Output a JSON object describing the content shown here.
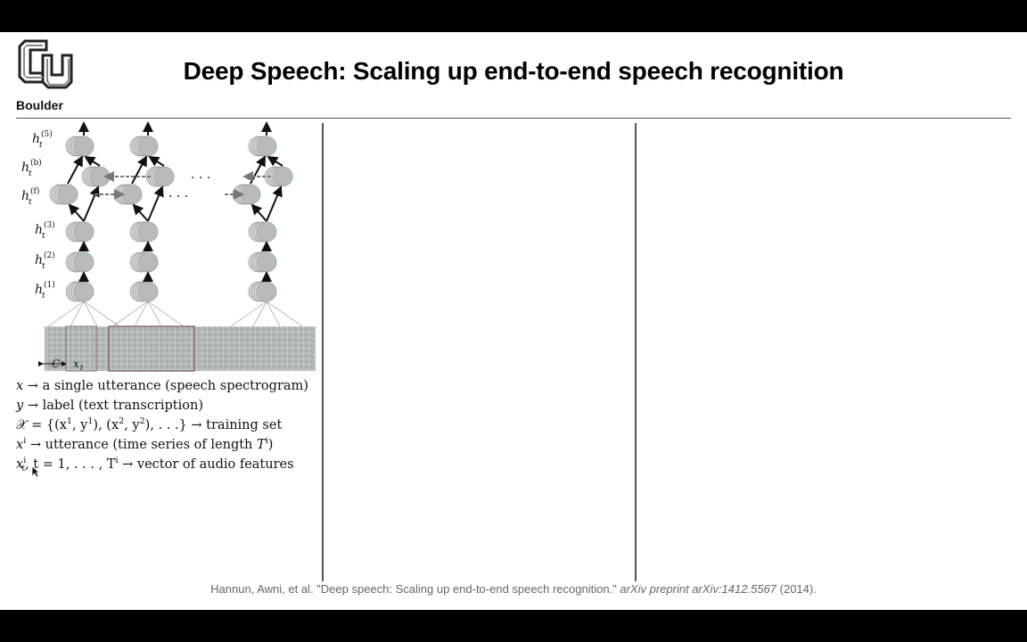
{
  "slide": {
    "logo_text": "Boulder",
    "title": "Deep Speech: Scaling up end-to-end speech recognition"
  },
  "diagram": {
    "layer_labels": [
      "h",
      "h",
      "h",
      "h",
      "h",
      "h"
    ],
    "layer_superscripts": [
      "(5)",
      "(b)",
      "(f)",
      "(3)",
      "(2)",
      "(1)"
    ],
    "layer_subscript": "t",
    "ellipsis": ". . .",
    "context_label": "C",
    "frame_label": "x",
    "frame_subscript": "t"
  },
  "definitions": {
    "line1": {
      "var": "x",
      "arrow": "→",
      "text": "a single utterance (speech spectrogram)"
    },
    "line2": {
      "var": "y",
      "arrow": "→",
      "text": "label (text transcription)"
    },
    "line3": {
      "lhs": "𝒳 = {(x",
      "s1": "1",
      "m1": ", y",
      "s2": "1",
      "m2": "), (x",
      "s3": "2",
      "m3": ", y",
      "s4": "2",
      "m4": "), . . .} → training set"
    },
    "line4": {
      "var": "x",
      "sup": "i",
      "mid": " → utterance (time series of length ",
      "T": "T",
      "tsup": "i",
      "end": ")"
    },
    "line5": {
      "var": "x",
      "sup": "i",
      "sub": "t",
      "mid": ", t = 1, . . . , T",
      "tsup": "i",
      "end": " → vector of audio features"
    }
  },
  "citation": {
    "authors": "Hannun, Awni, et al. \"Deep speech: Scaling up end-to-end speech recognition.\"",
    "venue": "arXiv preprint arXiv:1412.5567",
    "year": "(2014)."
  }
}
